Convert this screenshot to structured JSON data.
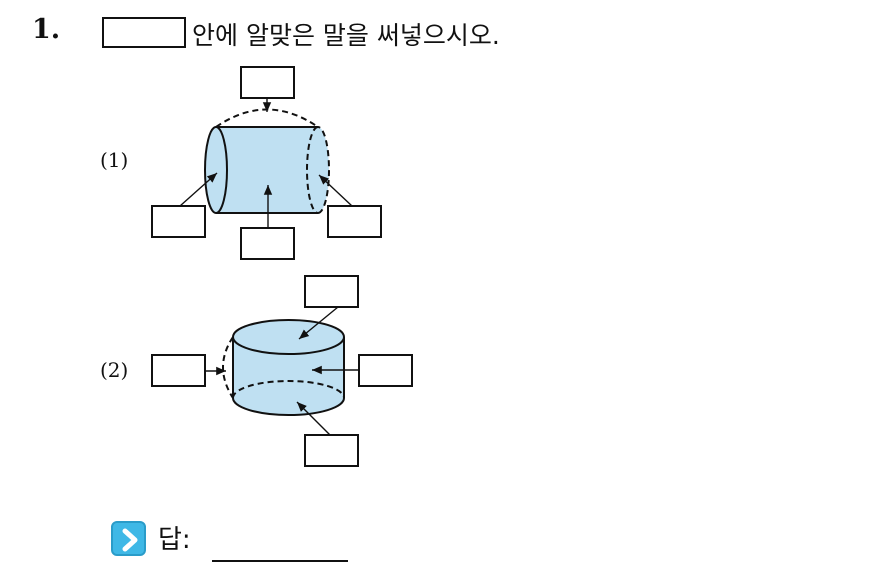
{
  "question": {
    "number": "1.",
    "instruction": "안에 알맞은 말을 써넣으시오."
  },
  "parts": [
    {
      "label": "(1)"
    },
    {
      "label": "(2)"
    }
  ],
  "figure_fill_color": "#bfe0f2",
  "answer": {
    "icon": "chevron-right-icon",
    "label": "답:",
    "value": ""
  }
}
